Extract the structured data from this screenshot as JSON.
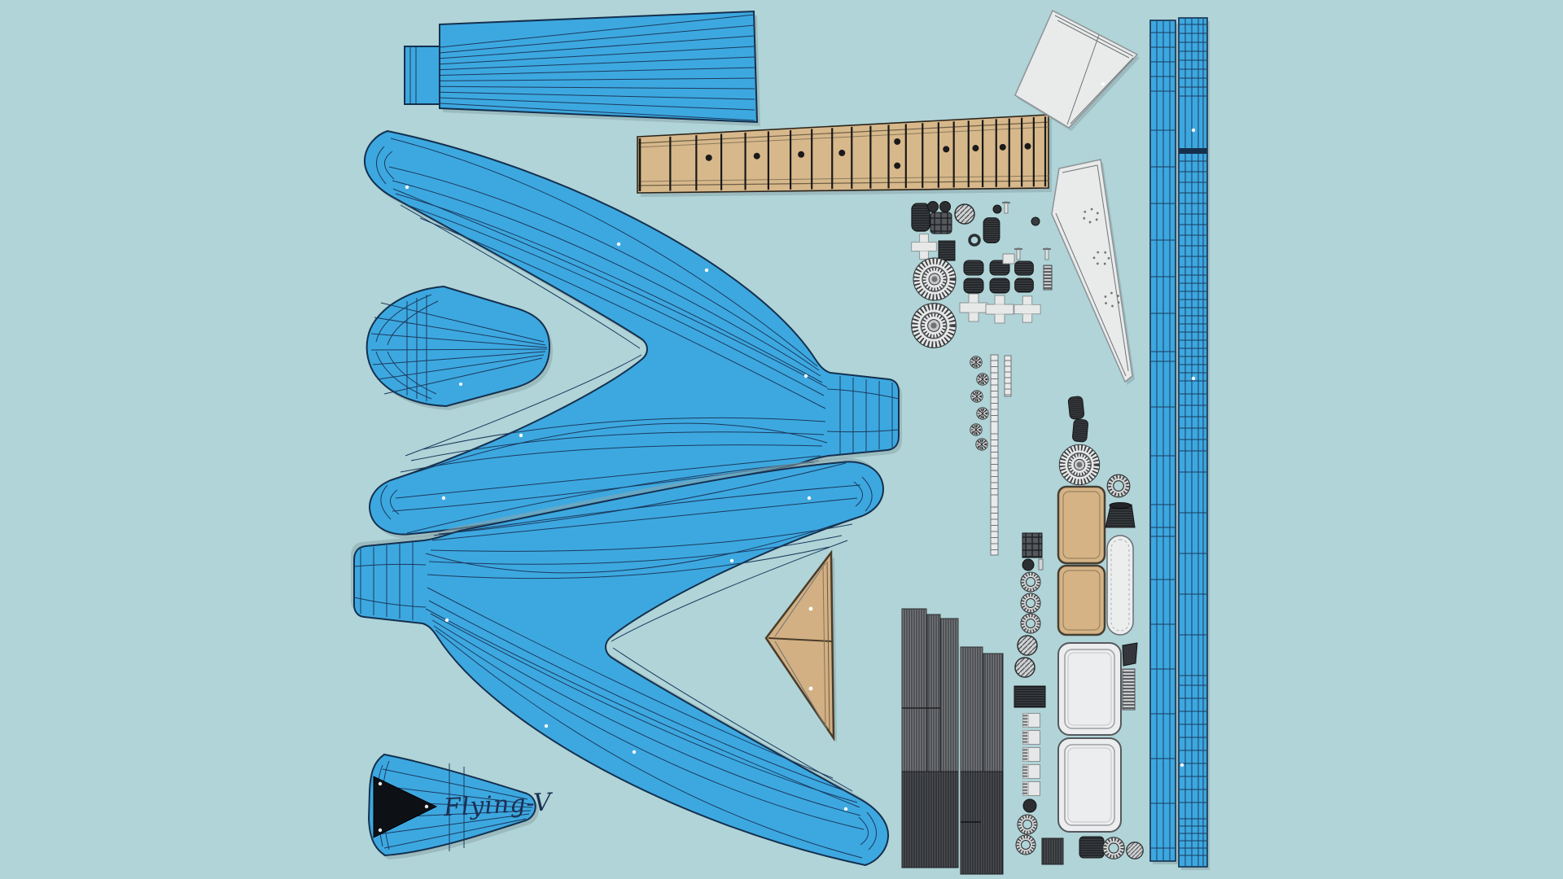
{
  "watermark": "Flying-V",
  "background_color": "#b0d4d7",
  "colors": {
    "island_blue": "#3da8e0",
    "wireframe_navy": "#14304f",
    "wood_tan": "#d7b88b",
    "tailpiece_tan": "#d2b083",
    "pickup_cover_tan": "#d5b385",
    "plastic_white": "#e9ebea",
    "hardware_dark": "#3c3f43",
    "string_gray_light": "#74777b",
    "string_gray_dark": "#4a4d52"
  },
  "fretboard": {
    "fret_count": 22,
    "single_dot_spaces": [
      3,
      5,
      7,
      9,
      15,
      17,
      19,
      21
    ],
    "double_dot_space": 12
  },
  "parts": [
    {
      "id": "neck-back-strip",
      "label": "Neck back strip"
    },
    {
      "id": "fretboard",
      "label": "Fretboard with frets and inlay dots"
    },
    {
      "id": "body-front",
      "label": "Flying-V body half (front)"
    },
    {
      "id": "body-back",
      "label": "Flying-V body half (back)"
    },
    {
      "id": "headstock-top",
      "label": "Headstock top shell"
    },
    {
      "id": "headstock-face",
      "label": "Headstock face with logo"
    },
    {
      "id": "truss-rod-cover",
      "label": "Truss rod cover"
    },
    {
      "id": "pickguard-upper",
      "label": "Pickguard piece (upper)"
    },
    {
      "id": "pickguard-lower",
      "label": "Pickguard piece (lower)"
    },
    {
      "id": "body-side-strip-left",
      "label": "Body side binding strip A"
    },
    {
      "id": "body-side-strip-right",
      "label": "Body side binding strip B"
    },
    {
      "id": "tailpiece-v-plate",
      "label": "V-shaped string plate"
    },
    {
      "id": "tuner-gears",
      "label": "Tuner gears"
    },
    {
      "id": "knobs-and-bushings",
      "label": "Knobs, bushings and barrels"
    },
    {
      "id": "bridge-saddles",
      "label": "Bridge saddles"
    },
    {
      "id": "screws-washers-rings",
      "label": "Screws, washers and rings"
    },
    {
      "id": "binding-chain-strip",
      "label": "Segmented binding strip"
    },
    {
      "id": "string-wraps",
      "label": "String wrap bundles"
    },
    {
      "id": "pickup-covers",
      "label": "Pickup covers"
    },
    {
      "id": "pickup-mounting-rings",
      "label": "Pickup mounting rings"
    },
    {
      "id": "switch-tip-capsule",
      "label": "Switch tip"
    },
    {
      "id": "spring-comb",
      "label": "Spring"
    }
  ]
}
